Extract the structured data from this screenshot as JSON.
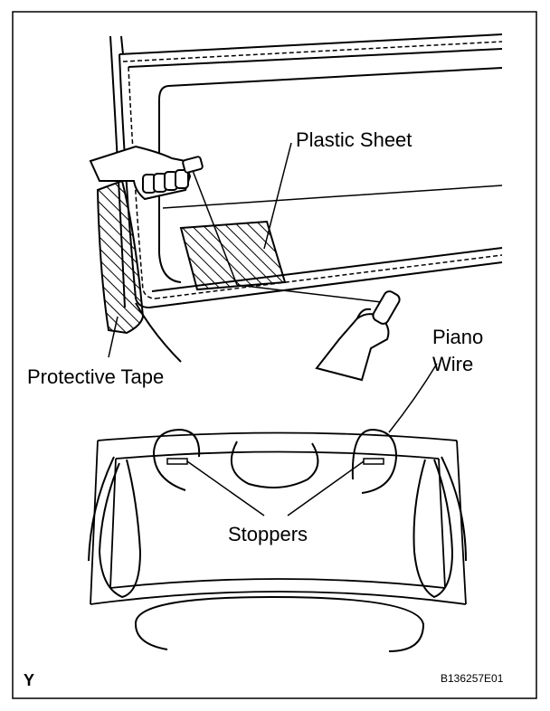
{
  "labels": {
    "plastic_sheet": "Plastic Sheet",
    "protective_tape": "Protective Tape",
    "piano_wire_line1": "Piano",
    "piano_wire_line2": "Wire",
    "stoppers": "Stoppers",
    "view_code": "Y",
    "figure_id": "B136257E01"
  }
}
